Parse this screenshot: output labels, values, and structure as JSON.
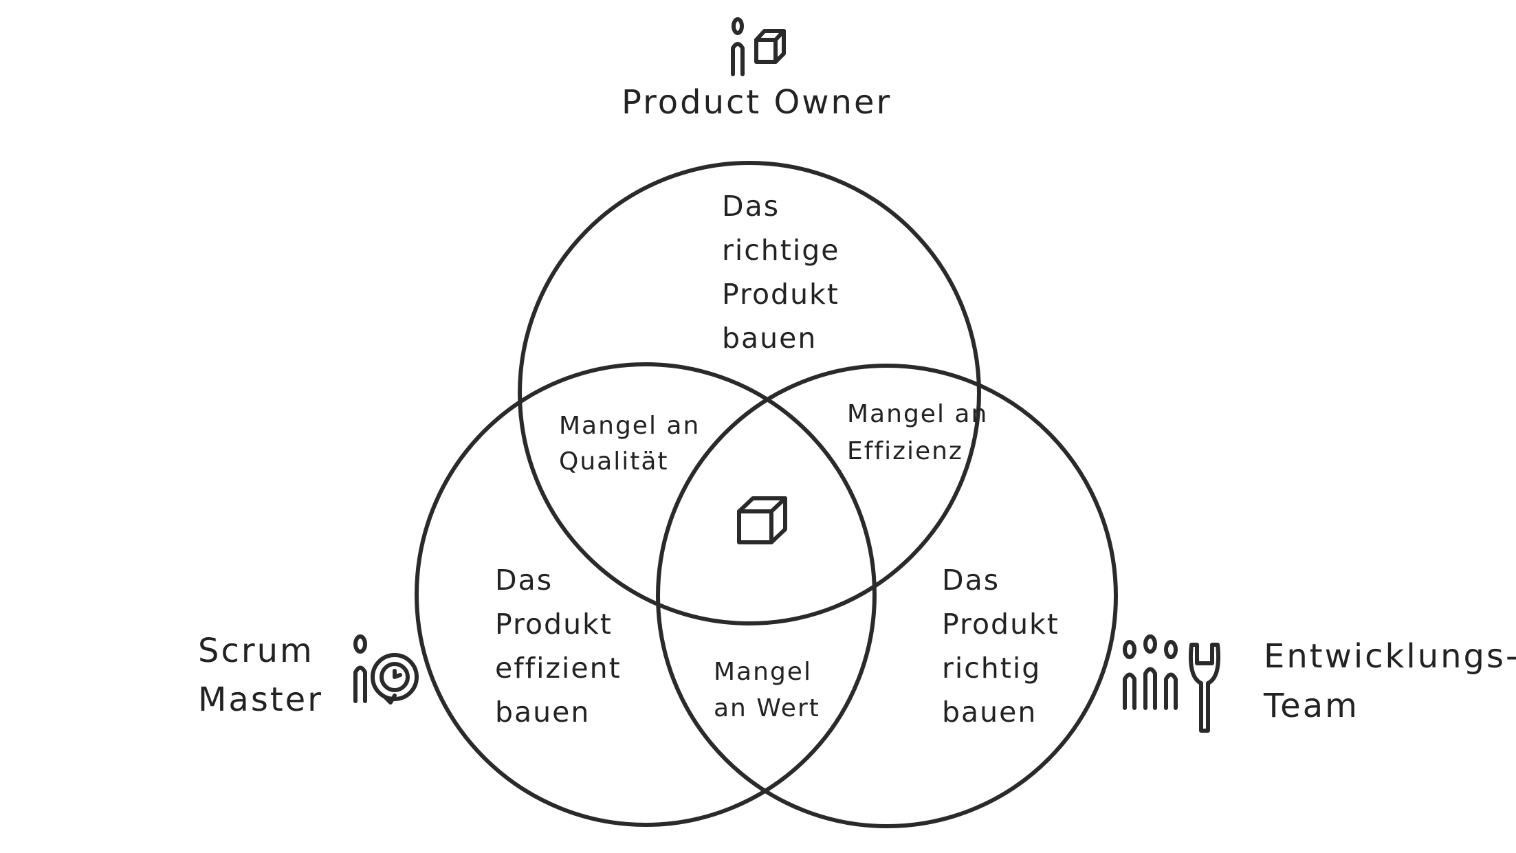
{
  "roles": {
    "product_owner": {
      "line1": "Product Owner"
    },
    "scrum_master": {
      "line1": "Scrum",
      "line2": "Master"
    },
    "dev_team": {
      "line1": "Entwicklungs-",
      "line2": "Team"
    }
  },
  "regions": {
    "top": {
      "line1": "Das",
      "line2": "richtige",
      "line3": "Produkt",
      "line4": "bauen"
    },
    "left": {
      "line1": "Das",
      "line2": "Produkt",
      "line3": "effizient",
      "line4": "bauen"
    },
    "right": {
      "line1": "Das",
      "line2": "Produkt",
      "line3": "richtig",
      "line4": "bauen"
    }
  },
  "overlaps": {
    "top_left": {
      "line1": "Mangel an",
      "line2": "Qualität"
    },
    "top_right": {
      "line1": "Mangel an",
      "line2": "Effizienz"
    },
    "bottom": {
      "line1": "Mangel",
      "line2": "an Wert"
    }
  },
  "icons": {
    "product_owner": "person-with-box-icon",
    "scrum_master": "person-with-clock-icon",
    "dev_team": "team-with-wrench-icon",
    "center": "box-icon"
  },
  "colors": {
    "stroke": "#222222",
    "background": "#ffffff"
  }
}
